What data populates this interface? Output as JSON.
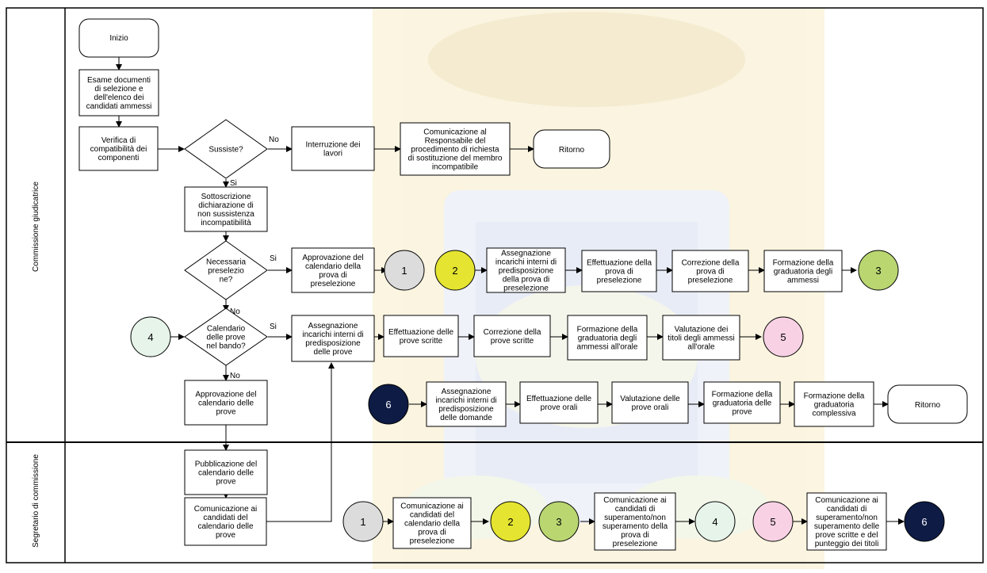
{
  "lanes": {
    "top": "Commissione giudicatrice",
    "bottom": "Segretario di commissione"
  },
  "labels": {
    "no": "No",
    "si": "Si"
  },
  "start": "Inizio",
  "steps": {
    "esame": [
      "Esame documenti",
      "di selezione e",
      "dell'elenco dei",
      "candidati ammessi"
    ],
    "verifica": [
      "Verifica di",
      "compatibilità dei",
      "componenti"
    ],
    "sussiste": [
      "Sussiste?"
    ],
    "interruzione": [
      "Interruzione dei",
      "lavori"
    ],
    "comunicazione_resp": [
      "Comunicazione al",
      "Responsabile del",
      "procedimento di richiesta",
      "di sostituzione del membro",
      "incompatibile"
    ],
    "ritorno1": "Ritorno",
    "sottoscrizione": [
      "Sottoscrizione",
      "dichiarazione di",
      "non sussistenza",
      "incompatibilità"
    ],
    "preselezione_q": [
      "Necessaria",
      "preselezio",
      "ne?"
    ],
    "approvazione_cal_pres": [
      "Approvazione del",
      "calendario della",
      "prova di",
      "preselezione"
    ],
    "assegnazione_pres": [
      "Assegnazione",
      "incarichi interni di",
      "predisposizione",
      "della prova di",
      "preselezione"
    ],
    "effettuazione_pres": [
      "Effettuazione della",
      "prova di",
      "preselezione"
    ],
    "correzione_pres": [
      "Correzione della",
      "prova di",
      "preselezione"
    ],
    "formazione_ammessi": [
      "Formazione della",
      "graduatoria degli",
      "ammessi"
    ],
    "calendario_q": [
      "Calendario",
      "delle prove",
      "nel bando?"
    ],
    "assegnazione_scritte": [
      "Assegnazione",
      "incarichi interni di",
      "predisposizione",
      "delle prove"
    ],
    "effettuazione_scritte": [
      "Effettuazione delle",
      "prove scritte"
    ],
    "correzione_scritte": [
      "Correzione della",
      "prove scritte"
    ],
    "formazione_orale": [
      "Formazione della",
      "graduatoria degli",
      "ammessi all'orale"
    ],
    "valutazione_titoli": [
      "Valutazione dei",
      "titoli degli ammessi",
      "all'orale"
    ],
    "approvazione_cal_prove": [
      "Approvazione del",
      "calendario delle",
      "prove"
    ],
    "assegnazione_domande": [
      "Assegnazione",
      "incarichi interni di",
      "predisposizione",
      "delle domande"
    ],
    "effettuazione_orali": [
      "Effettuazione delle",
      "prove orali"
    ],
    "valutazione_orali": [
      "Valutazione delle",
      "prove orali"
    ],
    "formazione_prove": [
      "Formazione della",
      "graduatoria delle",
      "prove"
    ],
    "formazione_complessiva": [
      "Formazione della",
      "graduatoria",
      "complessiva"
    ],
    "ritorno2": "Ritorno",
    "pubblicazione": [
      "Pubblicazione del",
      "calendario delle",
      "prove"
    ],
    "comunicazione_cal_prove": [
      "Comunicazione ai",
      "candidati del",
      "calendario delle",
      "prove"
    ],
    "comunicazione_cal_pres": [
      "Comunicazione ai",
      "candidati del",
      "calendario della",
      "prova di",
      "preselezione"
    ],
    "comunicazione_superamento": [
      "Comunicazione ai",
      "candidati di",
      "superamento/non",
      "superamento della",
      "prova di",
      "preselezione"
    ],
    "comunicazione_scritte": [
      "Comunicazione ai",
      "candidati di",
      "superamento/non",
      "superamento delle",
      "prove  scritte e del",
      "punteggio dei titoli"
    ]
  },
  "connectors": [
    "1",
    "2",
    "3",
    "4",
    "5",
    "6"
  ],
  "colors": {
    "c1": "#dcdcdc",
    "c2": "#e4e431",
    "c3": "#b9d671",
    "c4": "#e6f4ea",
    "c5": "#f8d2e4",
    "c6": "#0d1b45",
    "watermark": "#f3e2b6"
  }
}
